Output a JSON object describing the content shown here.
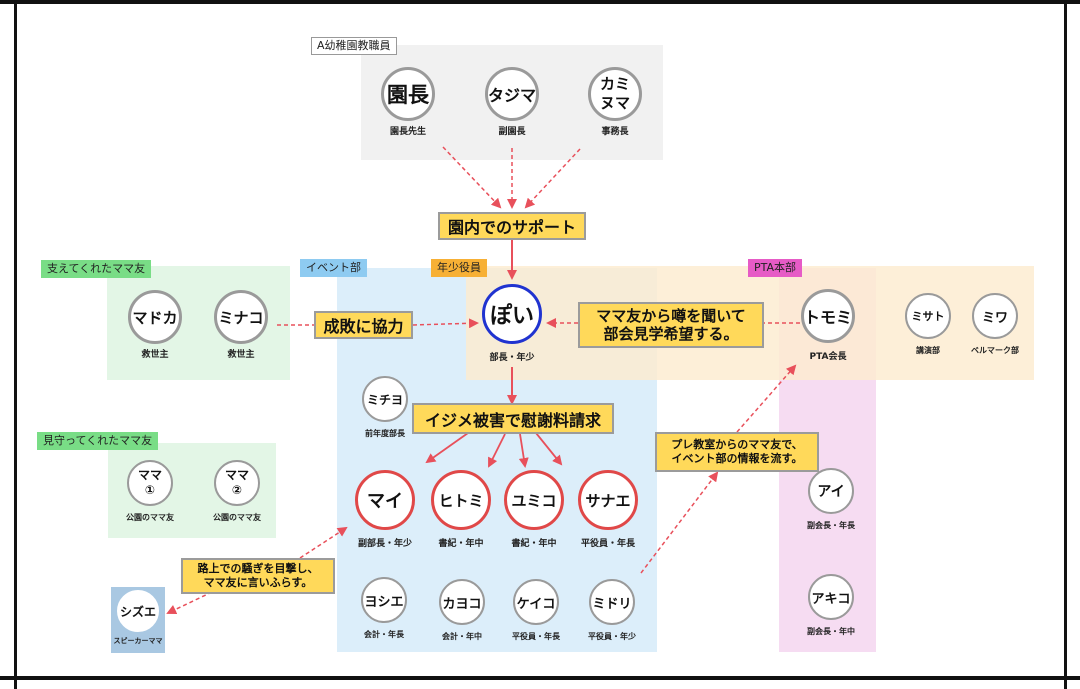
{
  "regions": {
    "staff": {
      "label": "A幼稚園教職員"
    },
    "supporters": {
      "label": "支えてくれたママ友"
    },
    "watchers": {
      "label": "見守ってくれたママ友"
    },
    "event": {
      "label": "イベント部"
    },
    "nensho": {
      "label": "年少役員"
    },
    "pta": {
      "label": "PTA本部"
    }
  },
  "nodes": {
    "encho": {
      "name": "園長",
      "role": "園長先生"
    },
    "tajima": {
      "name": "タジマ",
      "role": "副園長"
    },
    "kaminuma": {
      "name": "カミ\nヌマ",
      "role": "事務長"
    },
    "madoka": {
      "name": "マドカ",
      "role": "救世主"
    },
    "minako": {
      "name": "ミナコ",
      "role": "救世主"
    },
    "poi": {
      "name": "ぽい",
      "role": "部長・年少"
    },
    "tomomi": {
      "name": "トモミ",
      "role": "PTA会長"
    },
    "misato": {
      "name": "ミサト",
      "role": "講演部"
    },
    "miwa": {
      "name": "ミワ",
      "role": "ベルマーク部"
    },
    "michiyo": {
      "name": "ミチヨ",
      "role": "前年度部長"
    },
    "mama1": {
      "name": "ママ\n①",
      "role": "公園のママ友"
    },
    "mama2": {
      "name": "ママ\n②",
      "role": "公園のママ友"
    },
    "mai": {
      "name": "マイ",
      "role": "副部長・年少"
    },
    "hitomi": {
      "name": "ヒトミ",
      "role": "書紀・年中"
    },
    "yumiko": {
      "name": "ユミコ",
      "role": "書紀・年中"
    },
    "sanae": {
      "name": "サナエ",
      "role": "平役員・年長"
    },
    "ai": {
      "name": "アイ",
      "role": "副会長・年長"
    },
    "akiko": {
      "name": "アキコ",
      "role": "副会長・年中"
    },
    "yoshie": {
      "name": "ヨシエ",
      "role": "会計・年長"
    },
    "kayoko": {
      "name": "カヨコ",
      "role": "会計・年中"
    },
    "keiko": {
      "name": "ケイコ",
      "role": "平役員・年長"
    },
    "midori": {
      "name": "ミドリ",
      "role": "平役員・年少"
    },
    "shizue": {
      "name": "シズエ",
      "role": "スピーカーママ"
    }
  },
  "callouts": {
    "support": "園内でのサポート",
    "cooperate": "成敗に協力",
    "rumor": "ママ友から噂を聞いて\n部会見学希望する。",
    "bullying": "イジメ被害で慰謝料請求",
    "preschool": "プレ教室からのママ友で、\nイベント部の情報を流す。",
    "street": "路上での騒ぎを目撃し、\nママ友に言いふらす。"
  },
  "colors": {
    "arrow": "#e8505b",
    "callout": "#ffd95a",
    "red_ring": "#e04848",
    "blue_ring": "#2033d0",
    "staff_bg": "#f1f1f1",
    "green_bg": "#e3f6e6",
    "event_bg": "#dceefa",
    "orange_bg": "#fdf0dd",
    "pink_bg": "#f6dcf2",
    "nensho_tag": "#f7b035",
    "event_tag": "#8ecbf1",
    "pta_tag": "#e65bc6",
    "supporters_tag": "#79dd86",
    "shizue_box": "#a9c8e2"
  }
}
